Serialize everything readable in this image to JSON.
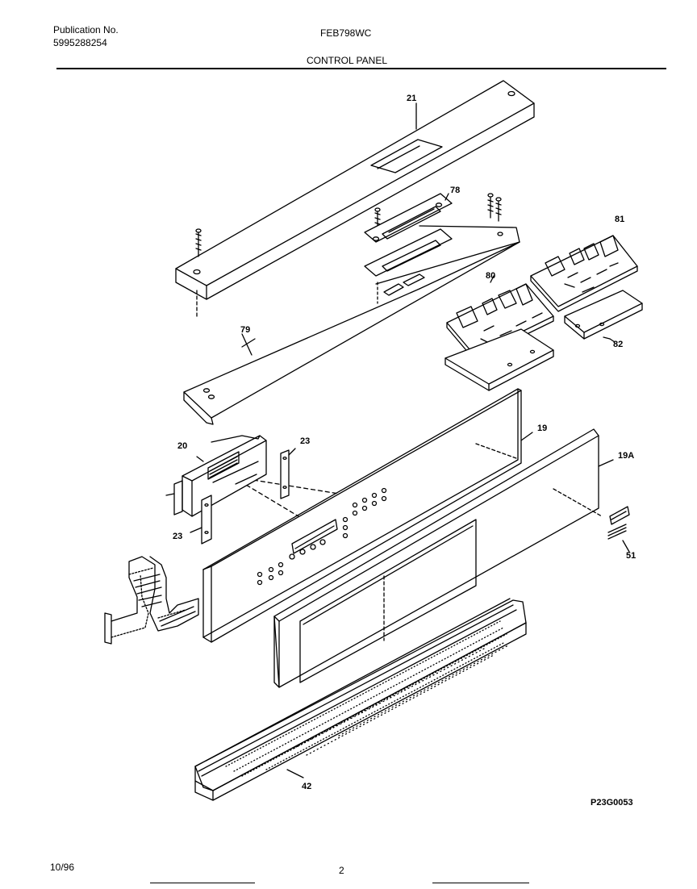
{
  "header": {
    "publication_label": "Publication No.",
    "publication_number": "5995288254",
    "model": "FEB798WC",
    "section_title": "CONTROL PANEL"
  },
  "parts": {
    "p21": "21",
    "p78": "78",
    "p81": "81",
    "p80": "80",
    "p79": "79",
    "p82": "82",
    "p20": "20",
    "p23a": "23",
    "p23b": "23",
    "p19": "19",
    "p19A": "19A",
    "p51": "51",
    "p42": "42"
  },
  "diagram_code": "P23G0053",
  "footer": {
    "date": "10/96",
    "page": "2"
  }
}
